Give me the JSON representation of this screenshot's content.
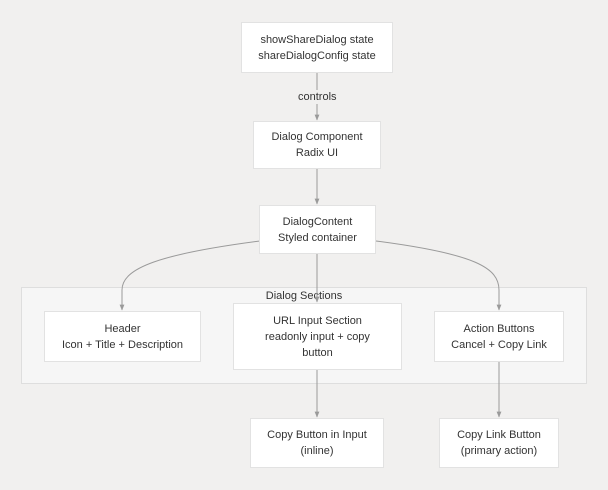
{
  "cluster": {
    "label": "Dialog Sections"
  },
  "nodes": {
    "state": {
      "line1": "showShareDialog state",
      "line2": "shareDialogConfig state"
    },
    "dialog": {
      "line1": "Dialog Component",
      "line2": "Radix UI"
    },
    "content": {
      "line1": "DialogContent",
      "line2": "Styled container"
    },
    "header": {
      "line1": "Header",
      "line2": "Icon + Title + Description"
    },
    "url_input": {
      "line1": "URL Input Section",
      "line2": "readonly input + copy",
      "line3": "button"
    },
    "action_buttons": {
      "line1": "Action Buttons",
      "line2": "Cancel + Copy Link"
    },
    "copy_input": {
      "line1": "Copy Button in Input",
      "line2": "(inline)"
    },
    "copy_link": {
      "line1": "Copy Link Button",
      "line2": "(primary action)"
    }
  },
  "edges": [
    {
      "from": "state",
      "to": "dialog",
      "label": "controls"
    },
    {
      "from": "dialog",
      "to": "content",
      "label": ""
    },
    {
      "from": "content",
      "to": "header",
      "label": ""
    },
    {
      "from": "content",
      "to": "url_input",
      "label": ""
    },
    {
      "from": "content",
      "to": "action_buttons",
      "label": ""
    },
    {
      "from": "url_input",
      "to": "copy_input",
      "label": ""
    },
    {
      "from": "action_buttons",
      "to": "copy_link",
      "label": ""
    }
  ],
  "colors": {
    "background": "#f1f0ef",
    "node_fill": "#ffffff",
    "node_border": "#e2e2e2",
    "cluster_fill": "#f6f6f6",
    "edge": "#9a9a9a",
    "text": "#333333"
  }
}
